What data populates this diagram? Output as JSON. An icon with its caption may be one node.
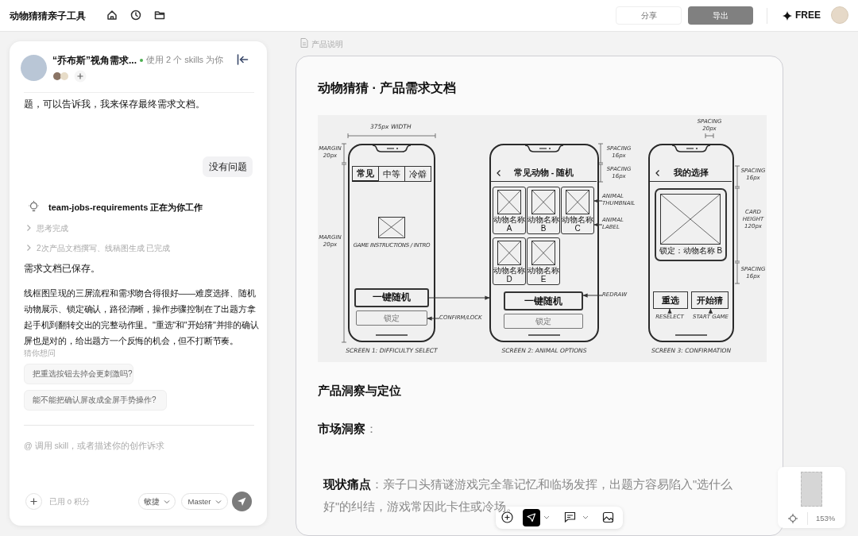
{
  "diagram": {
    "title": "动物猜猜 · 产品需求文档",
    "nodes": [
      {
        "text": [],
        "shape": "box",
        "beside": [
          "SCREEN 1: DIFFICULTY SELECT"
        ]
      },
      {
        "text": [
          "常见"
        ],
        "in": 0
      },
      {
        "text": [
          "中等"
        ],
        "in": 0
      },
      {
        "text": [
          "冷僻"
        ],
        "in": 0
      },
      {
        "text": [],
        "shape": "box",
        "in": 0,
        "beside": [
          "GAME INSTRUCTIONS / INTRO"
        ]
      },
      {
        "text": [
          "一键随机"
        ],
        "in": 0
      },
      {
        "text": [
          "锁定"
        ],
        "in": 0
      },
      {
        "text": [
          "CONFIRM/LOCK"
        ]
      },
      {
        "text": [],
        "shape": "box",
        "beside": [
          "SCREEN 2: ANIMAL OPTIONS"
        ]
      },
      {
        "text": [
          "常见动物 - 随机"
        ],
        "in": 8
      },
      {
        "text": [
          "动物名称 A"
        ],
        "in": 8
      },
      {
        "text": [
          "动物名称 B"
        ],
        "in": 8
      },
      {
        "text": [
          "动物名称 C"
        ],
        "in": 8
      },
      {
        "text": [
          "动物名称 D"
        ],
        "in": 8
      },
      {
        "text": [
          "动物名称 E"
        ],
        "in": 8
      },
      {
        "text": [
          "一键随机"
        ],
        "in": 8
      },
      {
        "text": [
          "锁定"
        ],
        "in": 8
      },
      {
        "text": [
          "ANIMAL THUMBNAIL"
        ]
      },
      {
        "text": [
          "ANIMAL LABEL"
        ]
      },
      {
        "text": [
          "REDRAW"
        ]
      },
      {
        "text": [],
        "shape": "box",
        "beside": [
          "SCREEN 3: CONFIRMATION"
        ]
      },
      {
        "text": [
          "我的选择"
        ],
        "in": 20
      },
      {
        "text": [
          "锁定：动物名称 B"
        ],
        "in": 20
      },
      {
        "text": [
          "重选"
        ],
        "in": 20
      },
      {
        "text": [
          "开始猜"
        ],
        "in": 20
      },
      {
        "text": [
          "RESELECT"
        ],
        "in": 20
      },
      {
        "text": [
          "START GAME"
        ],
        "in": 20
      }
    ],
    "edges": [
      {
        "from": 5,
        "to": 8,
        "arrow": "to"
      },
      {
        "from": 7,
        "to": 6,
        "arrow": "to"
      },
      {
        "from": 17,
        "to": 12,
        "arrow": "to"
      },
      {
        "from": 18,
        "to": 12,
        "arrow": "to"
      },
      {
        "from": 19,
        "to": 15,
        "arrow": "to"
      },
      {
        "from": 25,
        "to": 23,
        "arrow": "to"
      },
      {
        "from": 26,
        "to": 24,
        "arrow": "to"
      }
    ],
    "labels": [
      "动物猜猜亲子工具",
      "分享",
      "导出",
      "FREE",
      "“乔布斯”视角需求...",
      "使用 2 个 skills 为你",
      "题，可以告诉我，我来保存最终需求文档。",
      "没有问题",
      "team-jobs-requirements 正在为你工作",
      "思考完成",
      "2次产品文档撰写、线稿图生成 已完成",
      "需求文档已保存。",
      "线框图呈现的三屏流程和需求吻合得很好——难度选择、随机动物展示、锁定确认，路径清晰，操作步骤控制在了出题方拿起手机到翻转交出的完整动作里。\"重选\"和\"开始猜\"并排的确认屏也是对的，给出题方一个反悔的机会，但不打断节奏。",
      "猜你想问",
      "把重选按钮去掉会更刺激吗?",
      "能不能把确认屏改成全屏手势操作?",
      "@ 调用 skill，或者描述你的创作诉求",
      "已用 0 积分",
      "敏捷",
      "Master",
      "产品说明",
      "375px WIDTH",
      "MARGIN 20px",
      "MARGIN 20px",
      "SPACING 16px",
      "SPACING 16px",
      "SPACING 20px",
      "SPACING 16px",
      "CARD HEIGHT 120px",
      "SPACING 16px",
      "产品洞察与定位",
      "**市场洞察**：",
      "**现状痛点**：亲子口头猜谜游戏完全靠记忆和临场发挥，出题方容易陷入\"选什么好\"的纠结，游戏常因此卡住或冷场。",
      "153%"
    ]
  }
}
